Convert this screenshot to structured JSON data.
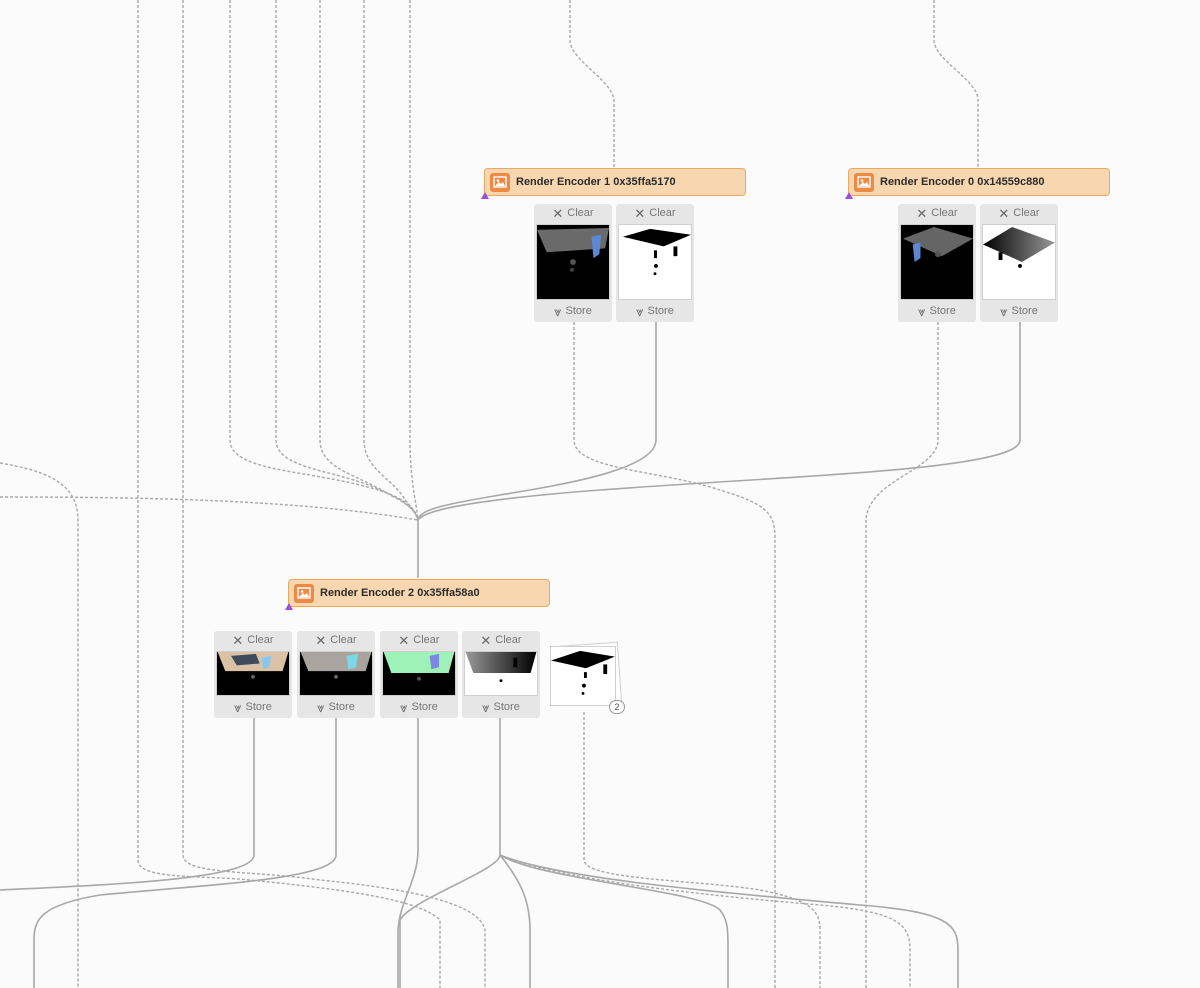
{
  "encoders": [
    {
      "id": "enc1",
      "title": "Render Encoder 1 0x35ffa5170"
    },
    {
      "id": "enc0",
      "title": "Render Encoder 0 0x14559c880"
    },
    {
      "id": "enc2",
      "title": "Render Encoder 2 0x35ffa58a0"
    }
  ],
  "attachment_labels": {
    "load": "Clear",
    "store": "Store"
  },
  "stack_count": "2",
  "icons": {
    "encoder": "image-icon",
    "load": "close-icon",
    "store": "double-chevron-down-icon"
  },
  "colors": {
    "encoder_fill": "#f8d7b0",
    "encoder_border": "#e8a963",
    "encoder_icon": "#ed8a44",
    "edge": "#a8a8a8",
    "marker": "#9b4fd6"
  }
}
